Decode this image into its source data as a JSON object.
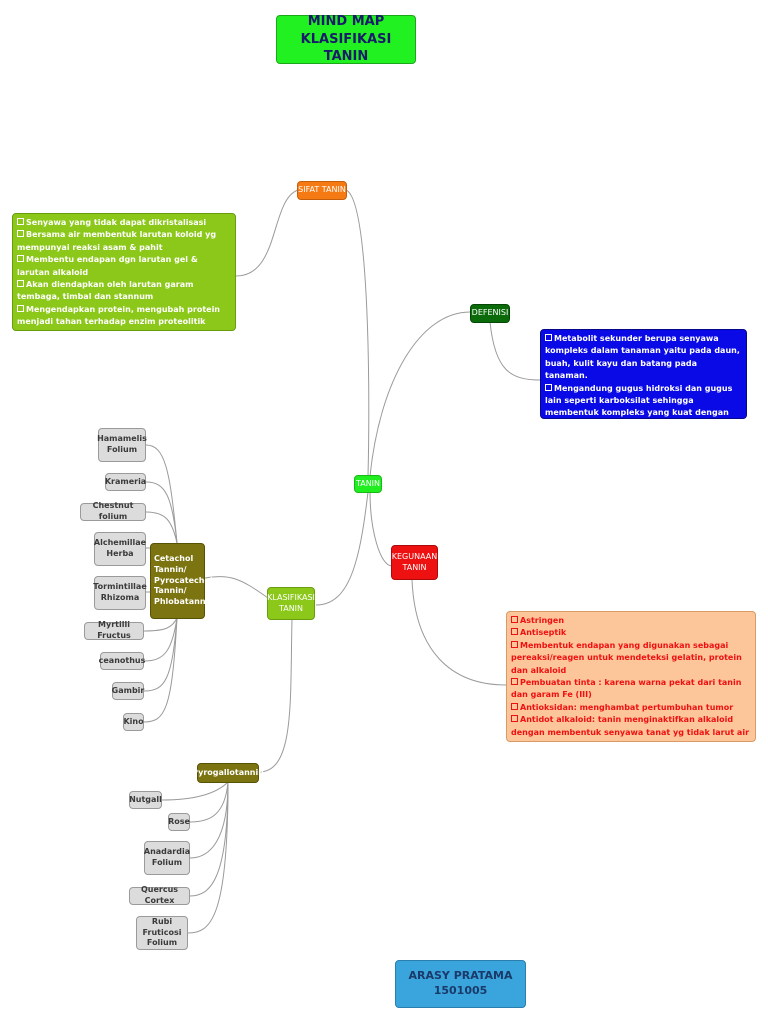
{
  "title": "MIND MAP KLASIFIKASI TANIN",
  "center": "TANIN",
  "sifat": {
    "label": "SIFAT TANIN",
    "items": [
      "Senyawa yang tidak dapat dikristalisasi",
      "Bersama air membentuk larutan koloid yg mempunyai reaksi asam & pahit",
      "Membentu endapan dgn larutan gel & larutan alkaloid",
      "Akan diendapkan oleh larutan garam tembaga, timbal dan stannum",
      "Mengendapkan protein, mengubah protein menjadi tahan terhadap enzim proteolitik"
    ]
  },
  "defenisi": {
    "label": "DEFENISI",
    "items": [
      "Metabolit sekunder berupa senyawa kompleks dalam tanaman yaitu pada daun, buah, kulit kayu dan batang pada tanaman.",
      "Mengandung gugus hidroksi dan gugus lain seperti karboksilat sehingga membentuk kompleks yang kuat dengan protein dan makromolekul"
    ]
  },
  "kegunaan": {
    "label": "KEGUNAAN TANIN",
    "items": [
      "Astringen",
      "Antiseptik",
      "Membentuk endapan yang digunakan sebagai pereaksi/reagen untuk mendeteksi gelatin, protein dan alkaloid",
      "Pembuatan tinta : karena warna pekat dari tanin dan garam Fe (III)",
      "Antioksidan: menghambat pertumbuhan tumor",
      "Antidot alkaloid: tanin menginaktifkan alkaloid dengan membentuk senyawa tanat yg tidak larut air"
    ]
  },
  "klasifikasi": {
    "label": "KLASIFIKASI TANIN",
    "catechol": {
      "label": "Cetachol Tannin/ Pyrocatechol Tannin/ Phlobatannin",
      "children": [
        "Hamamelis Folium",
        "Krameria",
        "Chestnut folium",
        "Alchemillae Herba",
        "Tormintillae Rhizoma",
        "Myrtilli Fructus",
        "ceanothus",
        "Gambir",
        "Kino"
      ]
    },
    "pyrogallo": {
      "label": "Pyrogallotannin",
      "children": [
        "Nutgall",
        "Rose",
        "Anadardia Folium",
        "Quercus Cortex",
        "Rubi Fruticosi Folium"
      ]
    }
  },
  "author": {
    "name": "ARASY PRATAMA",
    "id": "1501005"
  }
}
